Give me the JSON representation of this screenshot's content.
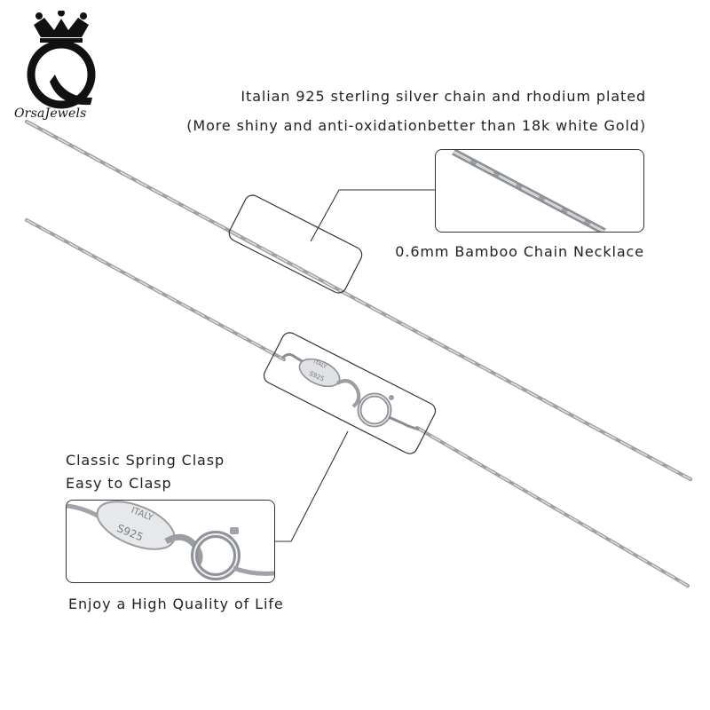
{
  "brand": {
    "name": "OrsaJewels",
    "logo_letter": "O",
    "logo_icon": "crown-icon"
  },
  "texts": {
    "headline": "Italian 925 sterling silver chain and rhodium plated",
    "subline": "(More shiny and anti-oxidationbetter than 18k white Gold)",
    "chain_label": "0.6mm Bamboo Chain Necklace",
    "clasp_line1": "Classic Spring Clasp",
    "clasp_line2": "Easy to Clasp",
    "quality": "Enjoy a High Quality of Life"
  },
  "tag_stamps": {
    "main": [
      "ITALY",
      "S925"
    ],
    "zoom": [
      "ITALY",
      "S925"
    ]
  },
  "colors": {
    "text": "#222222",
    "chain_silver": "#b9bcc1",
    "chain_dark": "#7d8086",
    "callout_line": "#333333"
  }
}
